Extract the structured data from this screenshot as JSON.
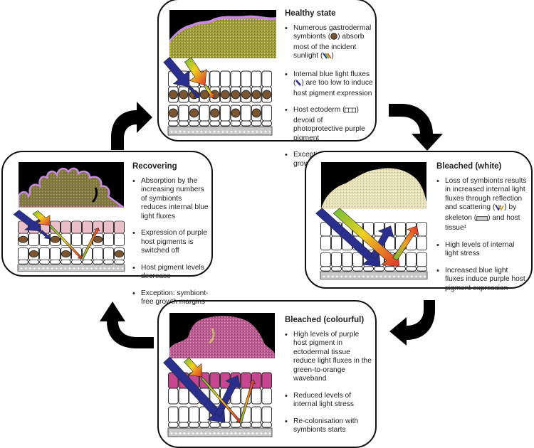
{
  "diagram": {
    "type": "cycle",
    "stages": [
      {
        "id": "healthy",
        "title": "Healthy state",
        "bullets": [
          {
            "pre": "Numerous gastrodermal symbionts (",
            "icon1": "symbiont-icon",
            "mid": ") absorb most of the incident sunlight (",
            "icon2": "sunlight-icon",
            "post": ")"
          },
          {
            "pre": "Internal blue light fluxes (",
            "icon1": "blue-light-icon",
            "post": ") are too low to induce host pigment expression"
          },
          {
            "pre": "Host ectoderm (",
            "icon1": "ectoderm-icon",
            "post": ") devoid of photoprotective purple pigment"
          },
          {
            "pre": "Exception: symbiont-free growth margins (",
            "icon1": "growth-margin-icon",
            "post": ")"
          }
        ],
        "photo_tone": "olive-yellow with purple margin",
        "ectoderm_color": "#ffffff"
      },
      {
        "id": "bleached-white",
        "title": "Bleached (white)",
        "bullets": [
          {
            "pre": "Loss of symbionts results in increased internal light fluxes through reflection and scattering (",
            "icon1": "scatter-icon",
            "mid": ") by skeleton (",
            "icon2": "skeleton-icon",
            "post": ") and host tissue¹"
          },
          {
            "pre": "High levels of internal light stress"
          },
          {
            "pre": "Increased blue light fluxes induce purple host pigment expression"
          }
        ],
        "photo_tone": "pale cream",
        "ectoderm_color": "#ffffff"
      },
      {
        "id": "bleached-colourful",
        "title": "Bleached (colourful)",
        "bullets": [
          {
            "pre": "High levels of purple host pigment in ectodermal tissue reduce light fluxes in the green-to-orange waveband"
          },
          {
            "pre": "Reduced levels of internal light stress"
          },
          {
            "pre": "Re-colonisation with symbionts starts"
          }
        ],
        "photo_tone": "magenta-pink",
        "ectoderm_color": "#c6468f"
      },
      {
        "id": "recovering",
        "title": "Recovering",
        "bullets": [
          {
            "pre": "Absorption by the increasing numbers of symbionts reduces internal blue light fluxes"
          },
          {
            "pre": "Expression of purple host pigments is switched off"
          },
          {
            "pre": "Host pigment levels decrease"
          },
          {
            "pre": "Exception: symbiont-free growth margins"
          }
        ],
        "photo_tone": "olive with purple margins",
        "ectoderm_color": "#ebbfca"
      }
    ],
    "cycle_direction": "clockwise",
    "colors": {
      "blue_light": "#2a2f8f",
      "symbiont": "#7a5530",
      "skeleton": "#c8c8c8",
      "purple_pigment": "#c6468f",
      "light_pigment": "#ebbfca",
      "border": "#111111"
    }
  }
}
